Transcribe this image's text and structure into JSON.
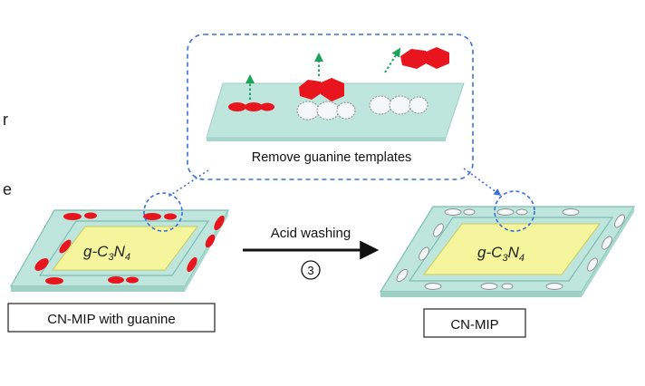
{
  "inset": {
    "caption": "Remove guanine templates"
  },
  "left_film": {
    "center_label_prefix": "g-C",
    "center_label_sub1": "3",
    "center_label_mid": "N",
    "center_label_sub2": "4",
    "caption": "CN-MIP with guanine"
  },
  "right_film": {
    "center_label_prefix": "g-C",
    "center_label_sub1": "3",
    "center_label_mid": "N",
    "center_label_sub2": "4",
    "caption": "CN-MIP"
  },
  "process_arrow": {
    "label": "Acid washing",
    "step": "3"
  },
  "colors": {
    "frame_fill": "#bfe6dc",
    "frame_edge": "#7dbdb0",
    "core_fill": "#f4f59c",
    "template_red": "#e8141e",
    "green_arrow": "#1aa35a",
    "dashed_blue": "#3b6fd6",
    "cavity_fill": "#f5f8f8",
    "cavity_edge": "#8a8a8a"
  },
  "left_margin_glyphs": [
    "r",
    "e"
  ]
}
